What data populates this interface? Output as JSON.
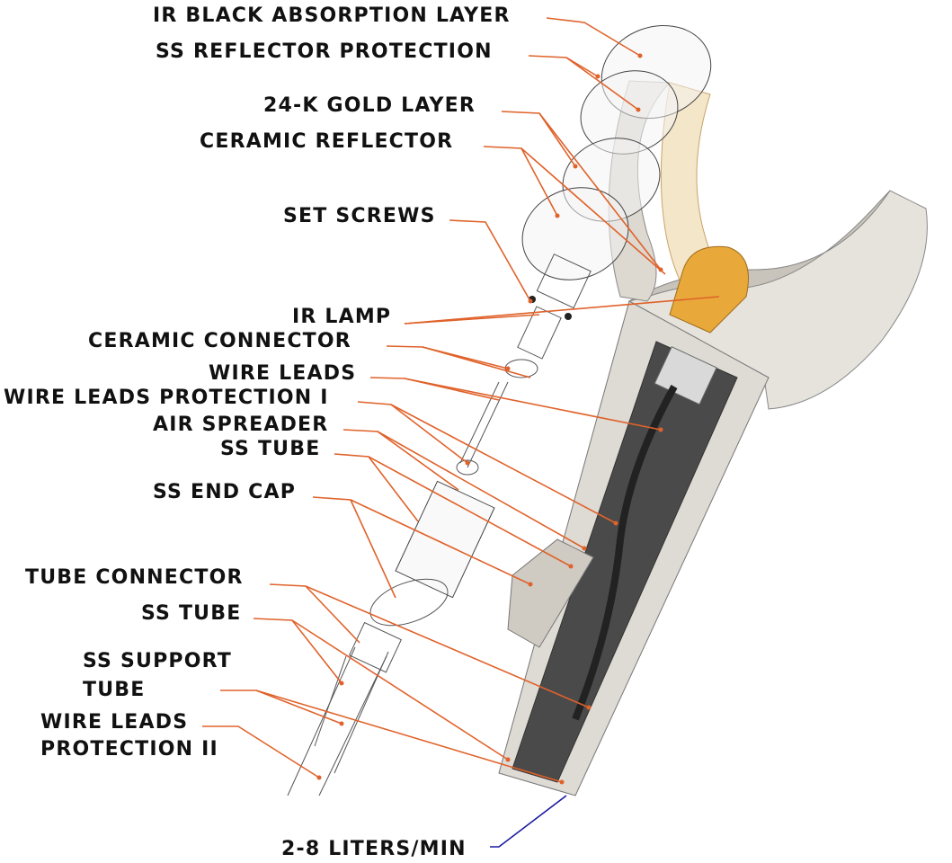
{
  "title": "IR lamp heater exploded assembly diagram",
  "colors": {
    "leader": "#e0622a",
    "flow_leader": "#1a1aa0",
    "gold": "#e8a93a",
    "ceramic": "#e6e3dd"
  },
  "labels": {
    "ir_black": "IR BLACK ABSORPTION LAYER",
    "ss_reflector": "SS REFLECTOR PROTECTION",
    "gold": "24-K GOLD LAYER",
    "ceramic_reflector": "CERAMIC REFLECTOR",
    "set_screws": "SET SCREWS",
    "ir_lamp": "IR LAMP",
    "ceramic_connector": "CERAMIC CONNECTOR",
    "wire_leads": "WIRE LEADS",
    "wire_leads_prot1": "WIRE LEADS PROTECTION I",
    "air_spreader": "AIR SPREADER",
    "ss_tube1": "SS TUBE",
    "ss_end_cap": "SS END CAP",
    "tube_connector": "TUBE CONNECTOR",
    "ss_tube2": "SS TUBE",
    "ss_support_1": "SS SUPPORT",
    "ss_support_2": "TUBE",
    "wire_leads_prot2_1": "WIRE LEADS",
    "wire_leads_prot2_2": "PROTECTION II",
    "flow": "2-8 LITERS/MIN"
  }
}
